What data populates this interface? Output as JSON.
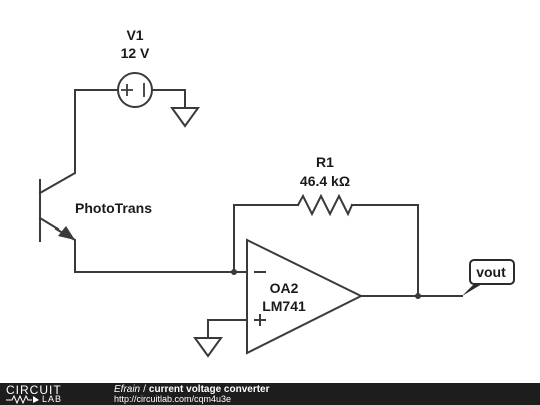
{
  "components": {
    "v1": {
      "name": "V1",
      "value": "12 V"
    },
    "r1": {
      "name": "R1",
      "value": "46.4 kΩ"
    },
    "phototransistor": {
      "name": "PhotoTrans"
    },
    "opamp": {
      "name": "OA2",
      "model": "LM741"
    },
    "output": {
      "label": "vout"
    }
  },
  "footer": {
    "logo_top": "CIRCUIT",
    "logo_bottom": "LAB",
    "author": "Efrain",
    "separator": "/",
    "title": "current voltage converter",
    "url": "http://circuitlab.com/cqm4u3e"
  },
  "colors": {
    "wire": "#3a3a3a",
    "footer_bg": "#1d1d1d",
    "output_tag": "#2b2b2b"
  }
}
